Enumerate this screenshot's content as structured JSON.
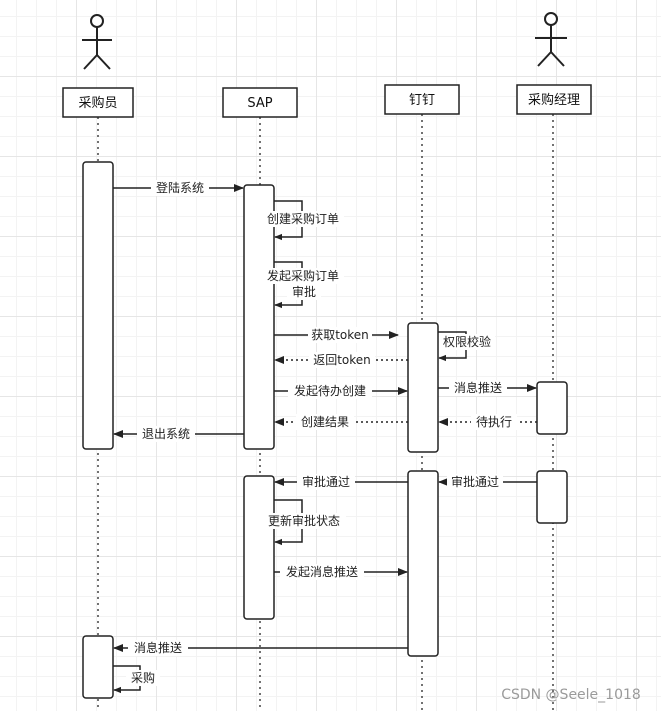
{
  "participants": {
    "buyer": "采购员",
    "sap": "SAP",
    "dingtalk": "钉钉",
    "manager": "采购经理"
  },
  "messages": {
    "login": "登陆系统",
    "create_po": "创建采购订单",
    "submit_po_line1": "发起采购订单",
    "submit_po_line2": "审批",
    "get_token": "获取token",
    "return_token": "返回token",
    "auth_check": "权限校验",
    "create_todo": "发起待办创建",
    "msg_push_to_manager": "消息推送",
    "create_result": "创建结果",
    "pending": "待执行",
    "logout": "退出系统",
    "approve_to_dingtalk": "审批通过",
    "approve_to_sap": "审批通过",
    "update_status": "更新审批状态",
    "send_msg_push": "发起消息推送",
    "msg_push_to_buyer": "消息推送",
    "purchase": "采购"
  },
  "watermark": "CSDN @Seele_1018",
  "colors": {
    "line": "#222222",
    "lifeline": "#444444",
    "box_fill": "#ffffff"
  }
}
